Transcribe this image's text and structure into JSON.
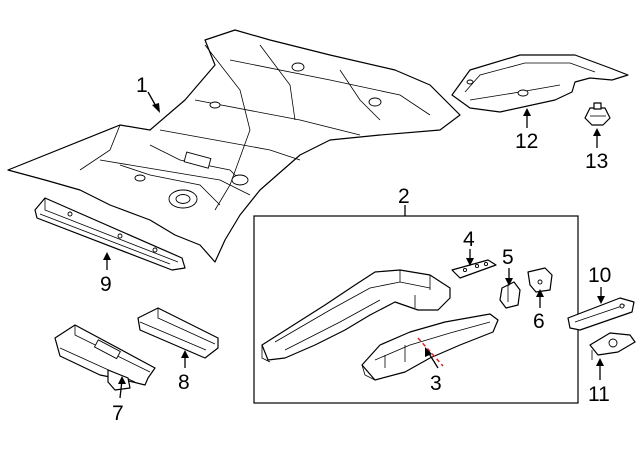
{
  "callouts": {
    "c1": "1",
    "c2": "2",
    "c3": "3",
    "c4": "4",
    "c5": "5",
    "c6": "6",
    "c7": "7",
    "c8": "8",
    "c9": "9",
    "c10": "10",
    "c11": "11",
    "c12": "12",
    "c13": "13"
  },
  "colors": {
    "line": "#000000",
    "background": "#ffffff",
    "cut_line": "#e02020"
  }
}
